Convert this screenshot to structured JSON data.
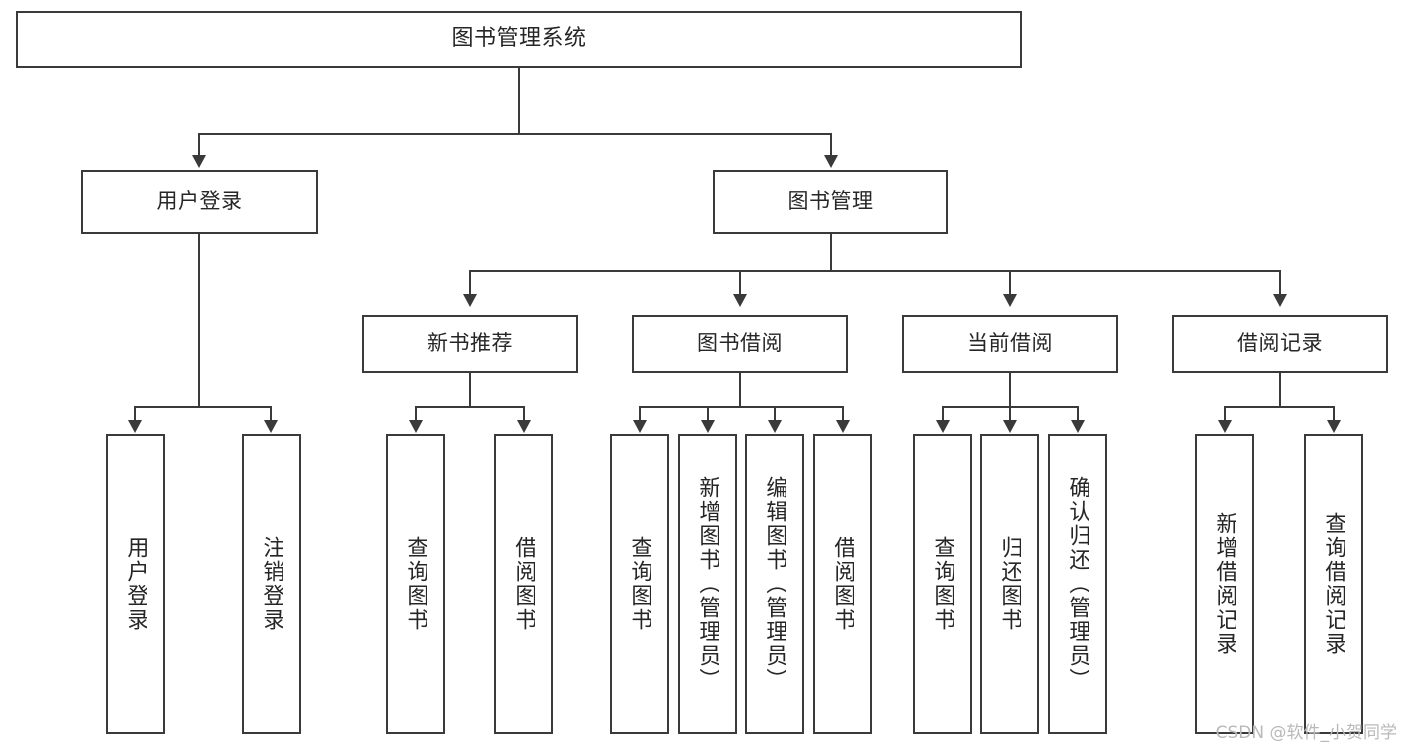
{
  "diagram": {
    "title": "图书管理系统",
    "type": "tree",
    "watermark": "CSDN @软件_小贺同学",
    "colors": {
      "stroke": "#3a3a3a",
      "fill": "#ffffff",
      "text": "#262626",
      "watermark": "#b9b9b9"
    },
    "nodes": {
      "root": {
        "label": "图书管理系统",
        "level": 1
      },
      "user_login": {
        "label": "用户登录",
        "level": 2
      },
      "book_manage": {
        "label": "图书管理",
        "level": 2
      },
      "new_book_rec": {
        "label": "新书推荐",
        "level": 3
      },
      "book_borrow": {
        "label": "图书借阅",
        "level": 3
      },
      "current_borrow": {
        "label": "当前借阅",
        "level": 3
      },
      "borrow_record": {
        "label": "借阅记录",
        "level": 3
      },
      "leaf_user_login": {
        "label": "用户登录",
        "level": 4
      },
      "leaf_logout": {
        "label": "注销登录",
        "level": 4
      },
      "leaf_query_book_1": {
        "label": "查询图书",
        "level": 4
      },
      "leaf_borrow_book_1": {
        "label": "借阅图书",
        "level": 4
      },
      "leaf_query_book_2": {
        "label": "查询图书",
        "level": 4
      },
      "leaf_add_book": {
        "label": "新增图书（管理员）",
        "level": 4
      },
      "leaf_edit_book": {
        "label": "编辑图书（管理员）",
        "level": 4
      },
      "leaf_borrow_book_2": {
        "label": "借阅图书",
        "level": 4
      },
      "leaf_query_book_3": {
        "label": "查询图书",
        "level": 4
      },
      "leaf_return_book": {
        "label": "归还图书",
        "level": 4
      },
      "leaf_confirm_return": {
        "label": "确认归还（管理员）",
        "level": 4
      },
      "leaf_add_record": {
        "label": "新增借阅记录",
        "level": 4
      },
      "leaf_query_record": {
        "label": "查询借阅记录",
        "level": 4
      }
    }
  }
}
